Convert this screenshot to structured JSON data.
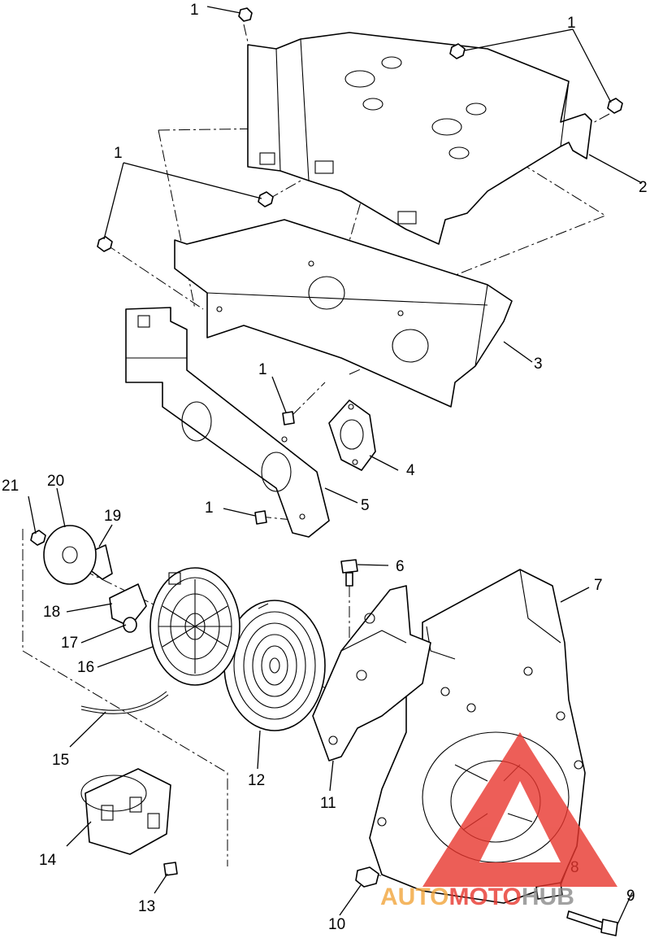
{
  "callouts": {
    "c1a": "1",
    "c1b": "1",
    "c1c": "1",
    "c1d": "1",
    "c1e": "1",
    "c2": "2",
    "c3": "3",
    "c4": "4",
    "c5": "5",
    "c6": "6",
    "c7": "7",
    "c8": "8",
    "c9": "9",
    "c10": "10",
    "c11": "11",
    "c12": "12",
    "c13": "13",
    "c14": "14",
    "c15": "15",
    "c16": "16",
    "c17": "17",
    "c18": "18",
    "c19": "19",
    "c20": "20",
    "c21": "21"
  },
  "watermark": {
    "part1": "AUTO",
    "part2": "MOTO",
    "part3": "HUB",
    "color_red": "#e8362e",
    "color_orange": "#f2a43a",
    "color_gray": "#8a8a8a"
  }
}
